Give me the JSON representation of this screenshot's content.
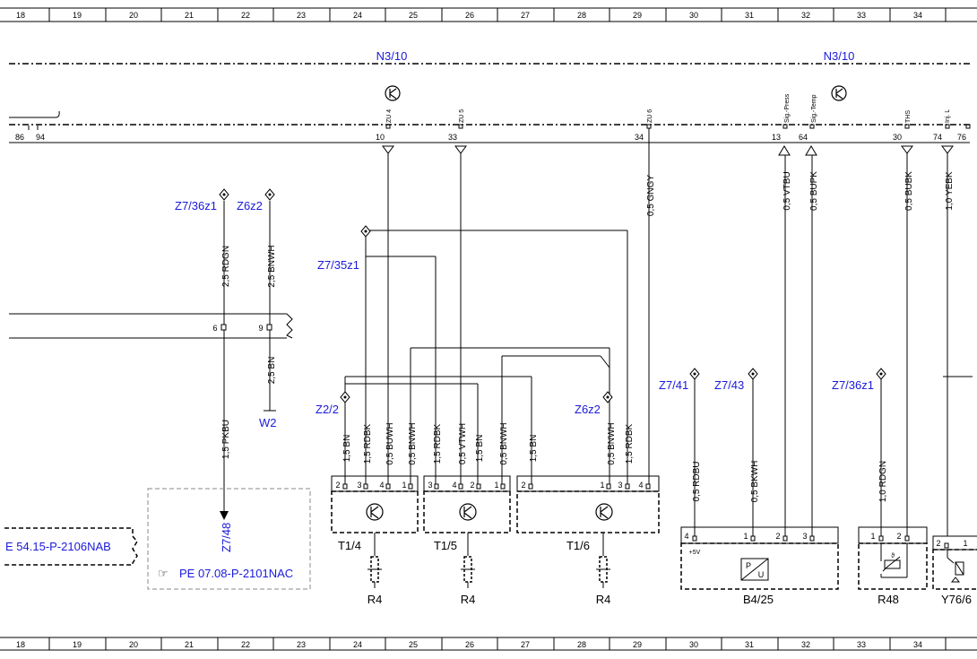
{
  "grid_numbers": [
    "18",
    "19",
    "20",
    "21",
    "22",
    "23",
    "24",
    "25",
    "26",
    "27",
    "28",
    "29",
    "30",
    "31",
    "32",
    "33",
    "34"
  ],
  "components": {
    "n3_10_left": "N3/10",
    "n3_10_right": "N3/10",
    "t1_4": "T1/4",
    "t1_5": "T1/5",
    "t1_6": "T1/6",
    "r4_a": "R4",
    "r4_b": "R4",
    "r4_c": "R4",
    "b4_25": "B4/25",
    "r48": "R48",
    "y76": "Y76/6",
    "w2": "W2"
  },
  "connectors": {
    "z7_36z1_left": "Z7/36z1",
    "z6z2_top": "Z6z2",
    "z7_35z1": "Z7/35z1",
    "z2_2": "Z2/2",
    "z6z2_right": "Z6z2",
    "z7_41": "Z7/41",
    "z7_43": "Z7/43",
    "z7_36z1_right": "Z7/36z1",
    "z7_48": "Z7/48"
  },
  "references": {
    "left_box": "E 54.15-P-2106NAB",
    "center_box": "PE 07.08-P-2101NAC",
    "hand_icon": "☞"
  },
  "pin_labels": {
    "zu4": "ZU 4",
    "zu5": "ZU 5",
    "zu6": "ZU 6",
    "sig_press": "Sig.-Press",
    "sig_temp": "Sig.-Temp",
    "ths": "THS",
    "inj_l": "Inj. L",
    "plus5v": "+5V",
    "p": "P",
    "u": "U"
  },
  "pin_numbers": {
    "p86": "86",
    "p94": "94",
    "p10": "10",
    "p33": "33",
    "p34": "34",
    "p13": "13",
    "p64": "64",
    "p30": "30",
    "p74": "74",
    "p76": "76",
    "p6": "6",
    "p9": "9",
    "t14_2": "2",
    "t14_3": "3",
    "t14_4": "4",
    "t14_1": "1",
    "t15_3": "3",
    "t15_4": "4",
    "t15_2": "2",
    "t15_1": "1",
    "t16_2": "2",
    "t16_1": "1",
    "t16_3": "3",
    "t16_4": "4",
    "b4_4": "4",
    "b4_1": "1",
    "b4_2": "2",
    "b4_3": "3",
    "r48_1": "1",
    "r48_2": "2",
    "y76_2": "2",
    "y76_1": "1"
  },
  "wires": {
    "w_pkbu": "1,5 PKBU",
    "w_rdgn_left": "2,5 RDGN",
    "w_bnwh_top": "2,5 BNWH",
    "w_bn_w2": "2,5 BN",
    "w_bn_a": "1,5 BN",
    "w_rdbk_a": "1,5 RDBK",
    "w_buwh": "0,5 BUWH",
    "w_bnwh_a": "0,5 BNWH",
    "w_rdbk_b": "1,5 RDBK",
    "w_vtwh": "0,5 VTWH",
    "w_bn_b": "1,5 BN",
    "w_bnwh_b": "0,5 BNWH",
    "w_bn_c": "1,5 BN",
    "w_bnwh_c": "0,5 BNWH",
    "w_rdbk_c": "1,5 RDBK",
    "w_gngy": "0,5 GNGY",
    "w_rdbu": "0,5 RDBU",
    "w_bkwh": "0,5 BKWH",
    "w_vtbu": "0,5 VTBU",
    "w_bupk": "0,5 BUPK",
    "w_bubk": "0,5 BUBK",
    "w_yebk": "1,0 YEBK",
    "w_rdgn_right": "1,0 RDGN"
  },
  "colors": {
    "line": "#000000",
    "label_blue": "#1a1adc",
    "box_dashed": "#888888"
  }
}
